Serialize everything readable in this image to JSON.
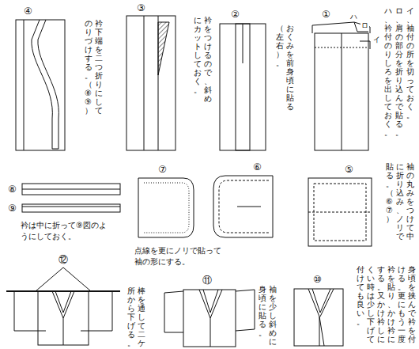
{
  "diagram": {
    "labels": [
      "①",
      "イ、袖付の所を切っておく。",
      "ロ、肩の部分を折り込んで貼る。",
      "ハ、衿付のりしろを出しておく。",
      "ハ",
      "ロ",
      "イ",
      "②",
      "おくみを前身頃に貼る（左右）。",
      "③",
      "衿をつけるので、斜めにカットしておく。",
      "④",
      "衿下端を二つ折りにしてのりづけする。（⑧⑨）",
      "⑤",
      "袖の丸みをつけて中に折り込み、ノリで貼る。（⑥⑦）",
      "⑥",
      "⑦",
      "点線を更にノリで貼って袖の形にする。",
      "⑧",
      "⑨",
      "衿は中に折って⑨図のようにしておく。",
      "⑩",
      "身頃を挟んで衿を付ける。更にもう一度衿を貼り、かけ衿にする。又かけ衿しにくい時は少し下げて付けても良い。",
      "⑪",
      "袖を少し斜めに身頃に貼る。",
      "⑫",
      "棒を通して二ケ所から下げる。"
    ]
  }
}
